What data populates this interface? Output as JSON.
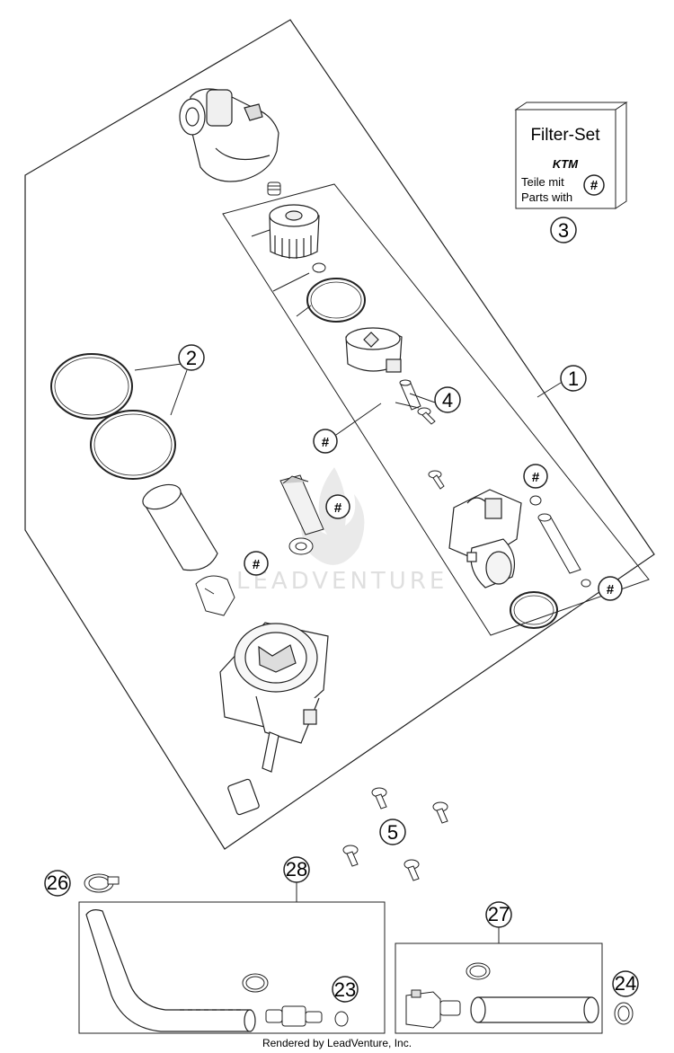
{
  "filter_set": {
    "title": "Filter-Set",
    "brand": "KTM",
    "line1": "Teile mit",
    "line2": "Parts with",
    "symbol": "#"
  },
  "callouts": [
    "1",
    "2",
    "3",
    "4",
    "5",
    "23",
    "24",
    "26",
    "27",
    "28"
  ],
  "hash_symbol": "#",
  "watermark": "LEADVENTURE",
  "footer": "Rendered by LeadVenture, Inc."
}
